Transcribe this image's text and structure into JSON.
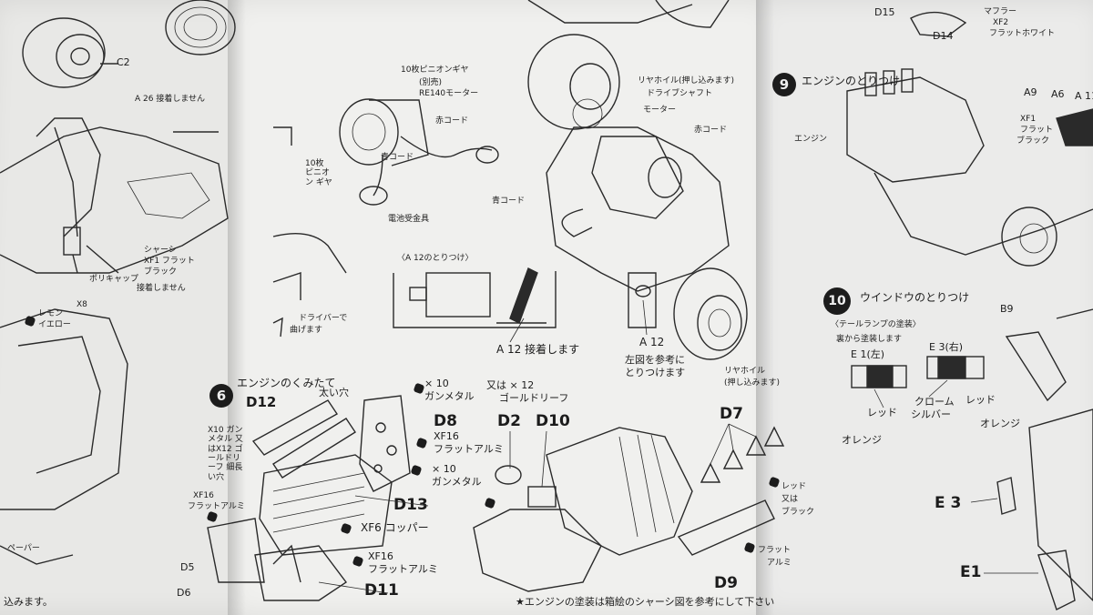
{
  "step6": {
    "number": "6",
    "title": "エンジンのくみたて"
  },
  "step9": {
    "number": "9",
    "title": "エンジンのとりつけ"
  },
  "step10": {
    "number": "10",
    "title": "ウインドウのとりつけ",
    "sub": "〈テールランプの塗装〉",
    "note": "裏から塗装します"
  },
  "left_page": {
    "labels": [
      "C2",
      "A 26 接着しません",
      "レモン",
      "イエロー",
      "X8",
      "ポリキャップ",
      "接着しません",
      "シャーシ",
      "XF1 フラット",
      "ブラック",
      "ペーパー",
      "込みます。"
    ]
  },
  "mid_page": {
    "motor": {
      "pinion": "10枚ピニオンギヤ",
      "motor_name": "(別売)",
      "motor_model": "RE140モーター",
      "red_cord": "赤コード",
      "blue_cord": "青コード",
      "battery": "電池受金具",
      "pinion_small": "10枚 ピニオン ギヤ"
    },
    "driver_note_1": "ドライバーで",
    "driver_note_2": "曲げます",
    "a12_box": "〈A 12のとりつけ〉",
    "a12_glue": "A 12 接着します",
    "a12_label": "A 12",
    "a12_ref_1": "左図を参考に",
    "a12_ref_2": "とりつけます",
    "rear_wheel_1": "リヤホイル",
    "rear_wheel_2": "(押し込みます)",
    "rear_wheel_top": "リヤホイル(押し込みます)",
    "drive_shaft": "ドライブシャフト",
    "motor_label": "モーター",
    "red_cord2": "赤コード",
    "blue_cord2": "青コード",
    "engine": {
      "d12": "D12",
      "futoi_ana": "太い穴",
      "x10_top": "× 10",
      "gunmetal_top": "ガンメタル",
      "or_x12": "又は × 12",
      "gold_leaf": "ゴールドリーフ",
      "d8": "D8",
      "xf16_a": "XF16",
      "flat_alu_a": "フラットアルミ",
      "x10_b": "× 10",
      "gunmetal_b": "ガンメタル",
      "d2": "D2",
      "d10": "D10",
      "d7": "D7",
      "d13": "D13",
      "xf6": "XF6 コッパー",
      "xf16_b": "XF16",
      "flat_alu_b": "フラットアルミ",
      "d11": "D11",
      "d9": "D9",
      "red": "レッド",
      "or_black": "又は",
      "black": "ブラック",
      "flat": "フラット",
      "alu": "アルミ",
      "d5": "D5",
      "d6": "D6",
      "xf16_c": "XF16",
      "flat_alu_c": "フラットアルミ",
      "left_notes": "X10 ガンメタル 又はX12 ゴールドリーフ 細長い穴"
    },
    "footnote": "★エンジンの塗装は箱絵のシャーシ図を参考にして下さい"
  },
  "right_page": {
    "d15": "D15",
    "d14": "D14",
    "muffler": "マフラー",
    "xf2": "XF2",
    "flat_white": "フラットホワイト",
    "a9": "A9",
    "a6": "A6",
    "a11": "A 11",
    "xf1": "XF1",
    "flat": "フラット",
    "black": "ブラック",
    "engine": "エンジン",
    "b9": "B9",
    "e1": "E 1(左)",
    "e3": "E 3(右)",
    "red_a": "レッド",
    "chrome": "クローム",
    "silver": "シルバー",
    "red_b": "レッド",
    "orange_a": "オレンジ",
    "orange_b": "オレンジ",
    "e3_part": "E 3",
    "e1_part": "E1"
  }
}
